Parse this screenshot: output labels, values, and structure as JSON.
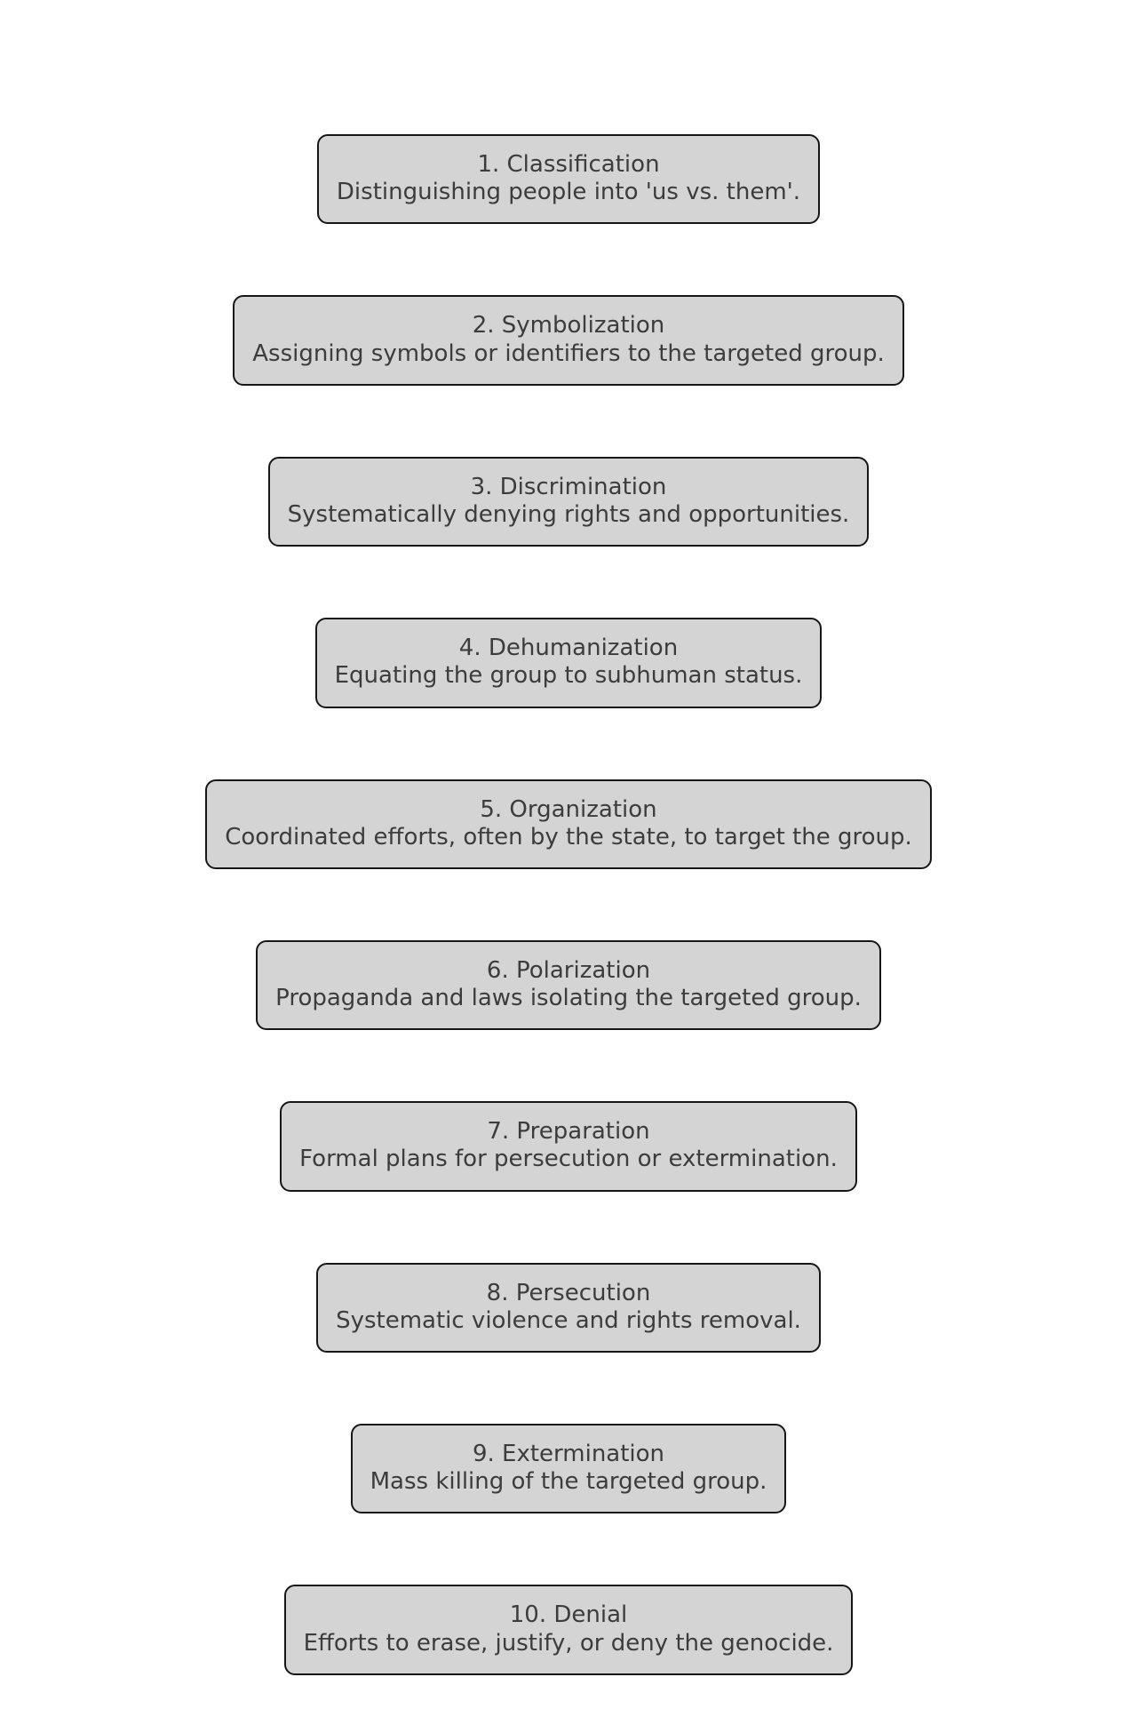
{
  "diagram": {
    "kind": "vertical-stage-flow",
    "colors": {
      "background": "#ffffff",
      "box_fill": "#d4d4d4",
      "box_border": "#161616",
      "text": "#3c3c3c"
    },
    "stages": [
      {
        "title": "1. Classification",
        "description": "Distinguishing people into 'us vs. them'."
      },
      {
        "title": "2. Symbolization",
        "description": "Assigning symbols or identifiers to the targeted group."
      },
      {
        "title": "3. Discrimination",
        "description": "Systematically denying rights and opportunities."
      },
      {
        "title": "4. Dehumanization",
        "description": "Equating the group to subhuman status."
      },
      {
        "title": "5. Organization",
        "description": "Coordinated efforts, often by the state, to target the group."
      },
      {
        "title": "6. Polarization",
        "description": "Propaganda and laws isolating the targeted group."
      },
      {
        "title": "7. Preparation",
        "description": "Formal plans for persecution or extermination."
      },
      {
        "title": "8. Persecution",
        "description": "Systematic violence and rights removal."
      },
      {
        "title": "9. Extermination",
        "description": "Mass killing of the targeted group."
      },
      {
        "title": "10. Denial",
        "description": "Efforts to erase, justify, or deny the genocide."
      }
    ]
  }
}
